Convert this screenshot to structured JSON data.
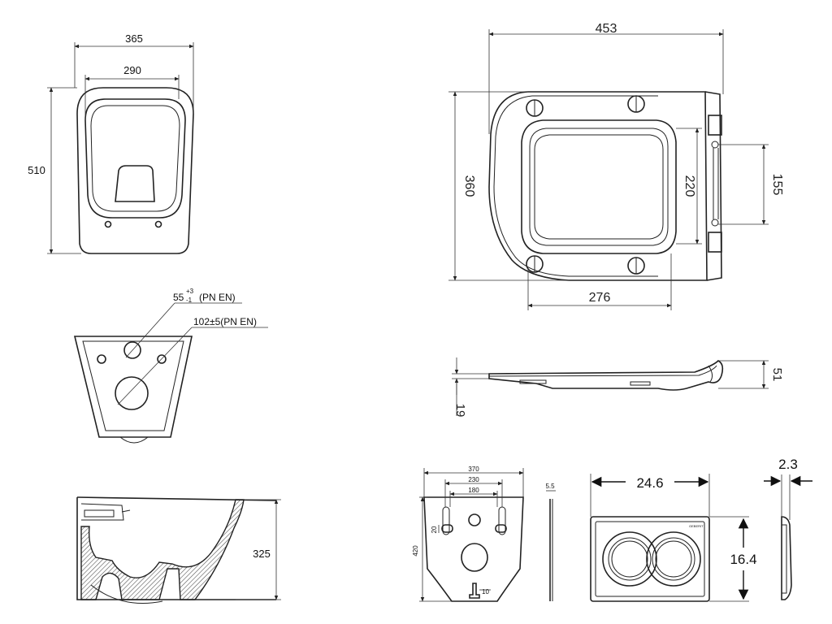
{
  "bowl_top": {
    "width_overall": "365",
    "width_inner": "290",
    "length": "510"
  },
  "bowl_rear": {
    "outlet_label": "55",
    "outlet_tol_plus": "+3",
    "outlet_tol_minus": "-1",
    "outlet_std": "(PN EN)",
    "bolt_label": "102±5(PN EN)"
  },
  "bowl_side": {
    "height": "325"
  },
  "seat_top": {
    "length": "453",
    "width": "360",
    "inner_width": "220",
    "hinge_span": "155",
    "inner_length": "276"
  },
  "seat_side": {
    "height": "51",
    "thickness": "19"
  },
  "frame": {
    "width": "370",
    "span_outer": "230",
    "span_inner": "180",
    "pipe_dim": "20",
    "height": "420",
    "depth": "5.5",
    "drain_dim": "10"
  },
  "flush_plate": {
    "width": "24.6",
    "height": "16.4",
    "depth": "2.3",
    "brand": "GEBERIT"
  }
}
